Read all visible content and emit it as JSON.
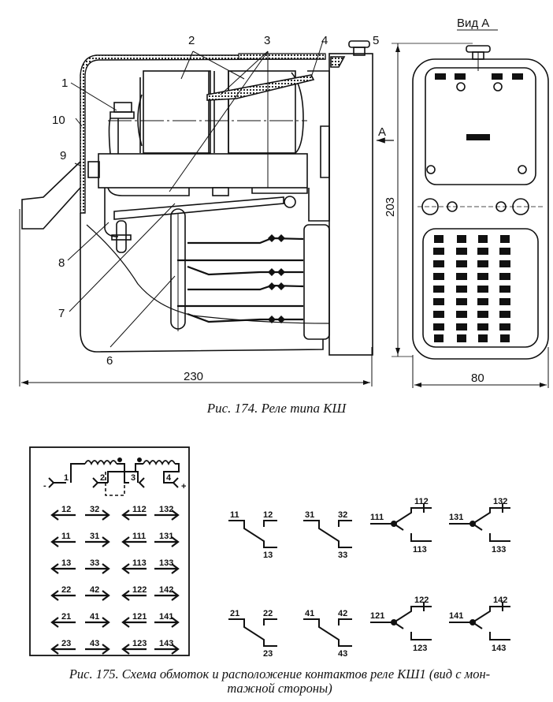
{
  "figure174": {
    "caption": "Рис. 174. Реле типа КШ",
    "callouts": [
      "1",
      "2",
      "3",
      "4",
      "5",
      "6",
      "7",
      "8",
      "9",
      "10"
    ],
    "dimensions": {
      "width": "230",
      "height": "203",
      "view_width": "80"
    },
    "view_label": "Вид А",
    "view_arrow_label": "A"
  },
  "figure175": {
    "caption_line1": "Рис. 175. Схема обмоток и расположение контактов реле КШ1 (вид с мон-",
    "caption_line2": "тажной стороны)",
    "coil_terminals": [
      {
        "label": "1",
        "polarity": "-"
      },
      {
        "label": "2",
        "polarity": ""
      },
      {
        "label": "3",
        "polarity": ""
      },
      {
        "label": "4",
        "polarity": "+"
      }
    ],
    "terminal_grid": [
      [
        {
          "n": "12",
          "dir": "left"
        },
        {
          "n": "32",
          "dir": "right"
        },
        {
          "n": "112",
          "dir": "left"
        },
        {
          "n": "132",
          "dir": "right"
        }
      ],
      [
        {
          "n": "11",
          "dir": "left"
        },
        {
          "n": "31",
          "dir": "right"
        },
        {
          "n": "111",
          "dir": "left"
        },
        {
          "n": "131",
          "dir": "right"
        }
      ],
      [
        {
          "n": "13",
          "dir": "left"
        },
        {
          "n": "33",
          "dir": "right"
        },
        {
          "n": "113",
          "dir": "left"
        },
        {
          "n": "133",
          "dir": "right"
        }
      ],
      [
        {
          "n": "22",
          "dir": "left"
        },
        {
          "n": "42",
          "dir": "right"
        },
        {
          "n": "122",
          "dir": "left"
        },
        {
          "n": "142",
          "dir": "right"
        }
      ],
      [
        {
          "n": "21",
          "dir": "left"
        },
        {
          "n": "41",
          "dir": "right"
        },
        {
          "n": "121",
          "dir": "left"
        },
        {
          "n": "141",
          "dir": "right"
        }
      ],
      [
        {
          "n": "23",
          "dir": "left"
        },
        {
          "n": "43",
          "dir": "right"
        },
        {
          "n": "123",
          "dir": "left"
        },
        {
          "n": "143",
          "dir": "right"
        }
      ]
    ],
    "contact_groups": [
      {
        "type": "changeover",
        "common": "11",
        "no": "12",
        "nc": "13"
      },
      {
        "type": "changeover",
        "common": "31",
        "no": "32",
        "nc": "33"
      },
      {
        "type": "changeover-branch",
        "common": "111",
        "no": "112",
        "nc": "113"
      },
      {
        "type": "changeover-branch",
        "common": "131",
        "no": "132",
        "nc": "133"
      },
      {
        "type": "changeover",
        "common": "21",
        "no": "22",
        "nc": "23"
      },
      {
        "type": "changeover",
        "common": "41",
        "no": "42",
        "nc": "43"
      },
      {
        "type": "changeover-branch",
        "common": "121",
        "no": "122",
        "nc": "123"
      },
      {
        "type": "changeover-branch",
        "common": "141",
        "no": "142",
        "nc": "143"
      }
    ]
  }
}
